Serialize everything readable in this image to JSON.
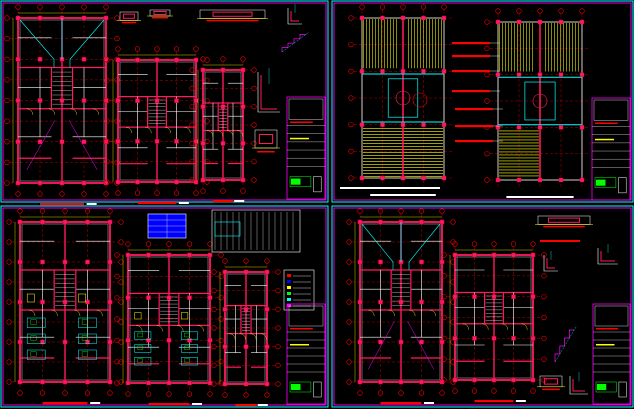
{
  "colors": {
    "background": "#000000",
    "sheet_frame": "#ff00ff",
    "wall": "#ff1a5e",
    "wall_dark": "#c8003c",
    "line": "#ffffff",
    "axis": "#ff0000",
    "cyan": "#00ffff",
    "yellow": "#ffff00",
    "green": "#00ff00",
    "blue": "#0000ff",
    "magenta": "#ff00ff",
    "orange": "#ff8000"
  },
  "sheets": [
    {
      "id": "sheet-1",
      "views": [
        "floor-plan",
        "floor-plan",
        "floor-plan-small",
        "details"
      ],
      "title_block": true
    },
    {
      "id": "sheet-2",
      "views": [
        "structural-plan",
        "structural-plan"
      ],
      "title_block": true
    },
    {
      "id": "sheet-3",
      "views": [
        "furnished-plan",
        "furnished-plan",
        "floor-plan-small",
        "legend"
      ],
      "title_block": true
    },
    {
      "id": "sheet-4",
      "views": [
        "floor-plan",
        "floor-plan",
        "details"
      ],
      "title_block": true
    }
  ]
}
